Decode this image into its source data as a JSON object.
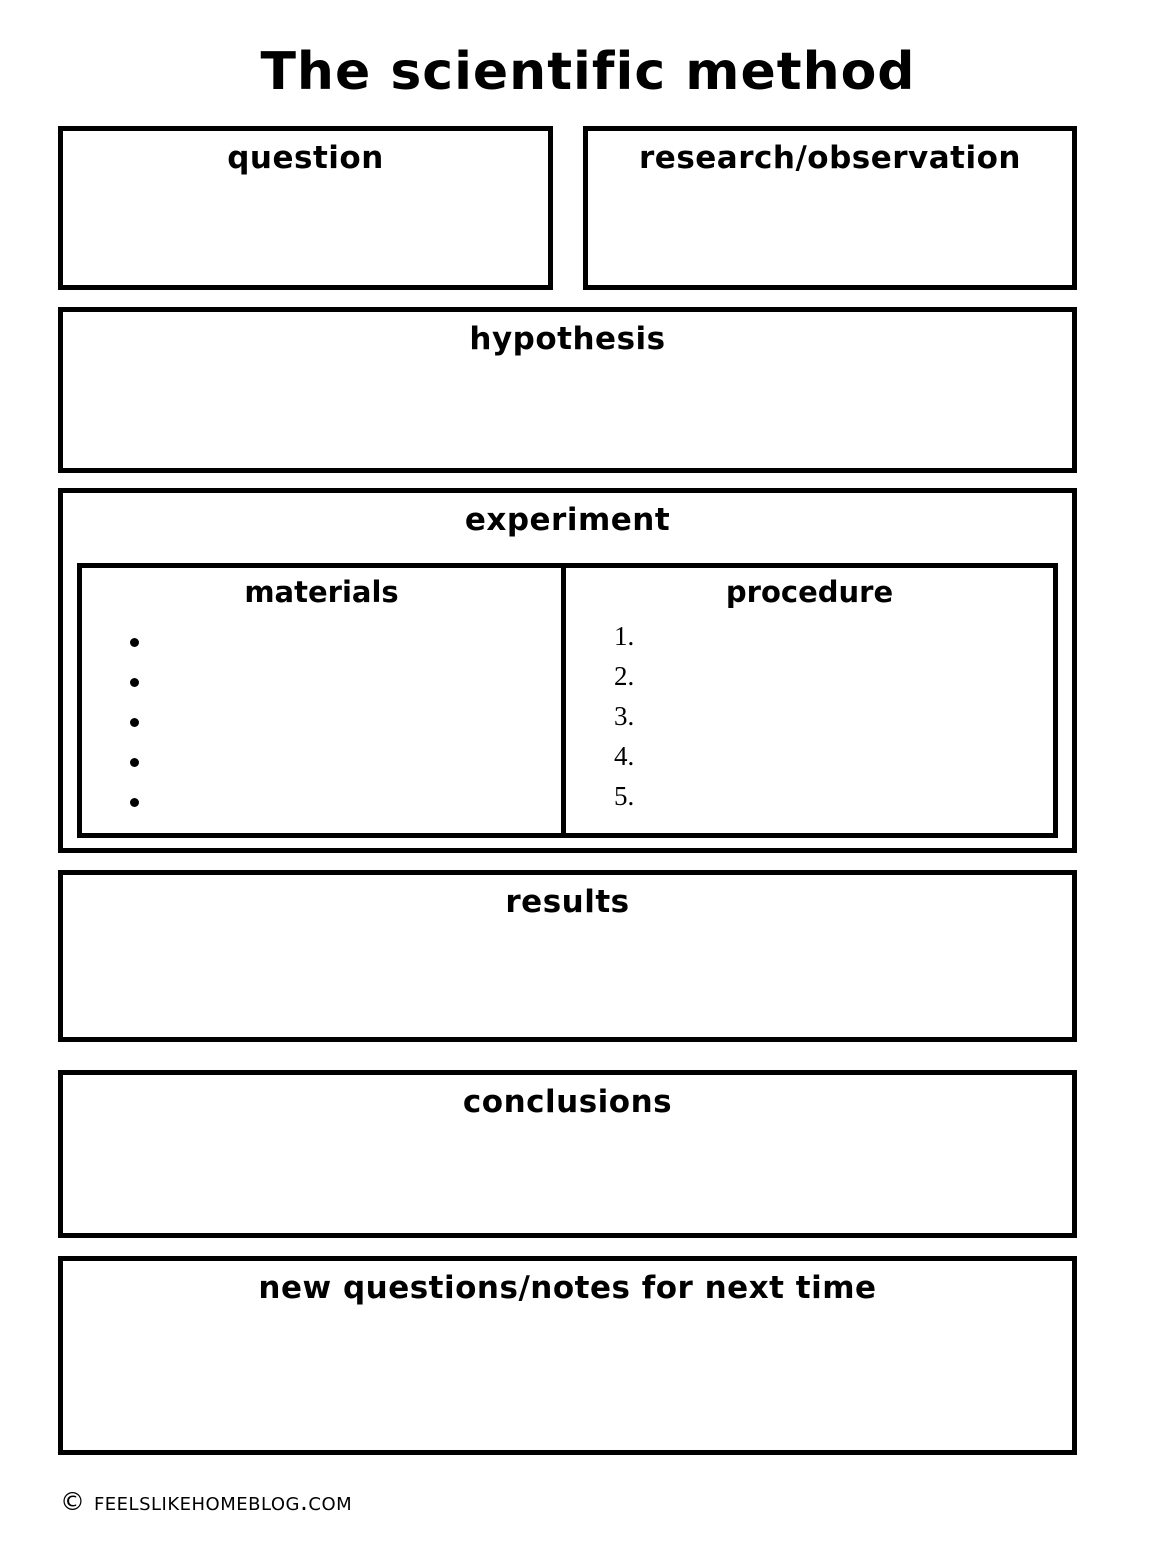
{
  "document": {
    "title": "The scientific method",
    "footer": "© feelslikehomeblog.com"
  },
  "sections": {
    "question": {
      "label": "question"
    },
    "research": {
      "label": "research/observation"
    },
    "hypothesis": {
      "label": "hypothesis"
    },
    "experiment": {
      "label": "experiment",
      "materials": {
        "label": "materials",
        "bullets": [
          "",
          "",
          "",
          "",
          ""
        ]
      },
      "procedure": {
        "label": "procedure",
        "items": [
          "1.",
          "2.",
          "3.",
          "4.",
          "5."
        ]
      }
    },
    "results": {
      "label": "results"
    },
    "conclusions": {
      "label": "conclusions"
    },
    "new_questions": {
      "label": "new questions/notes for next time"
    }
  },
  "colors": {
    "ink": "#000000",
    "paper": "#ffffff"
  }
}
